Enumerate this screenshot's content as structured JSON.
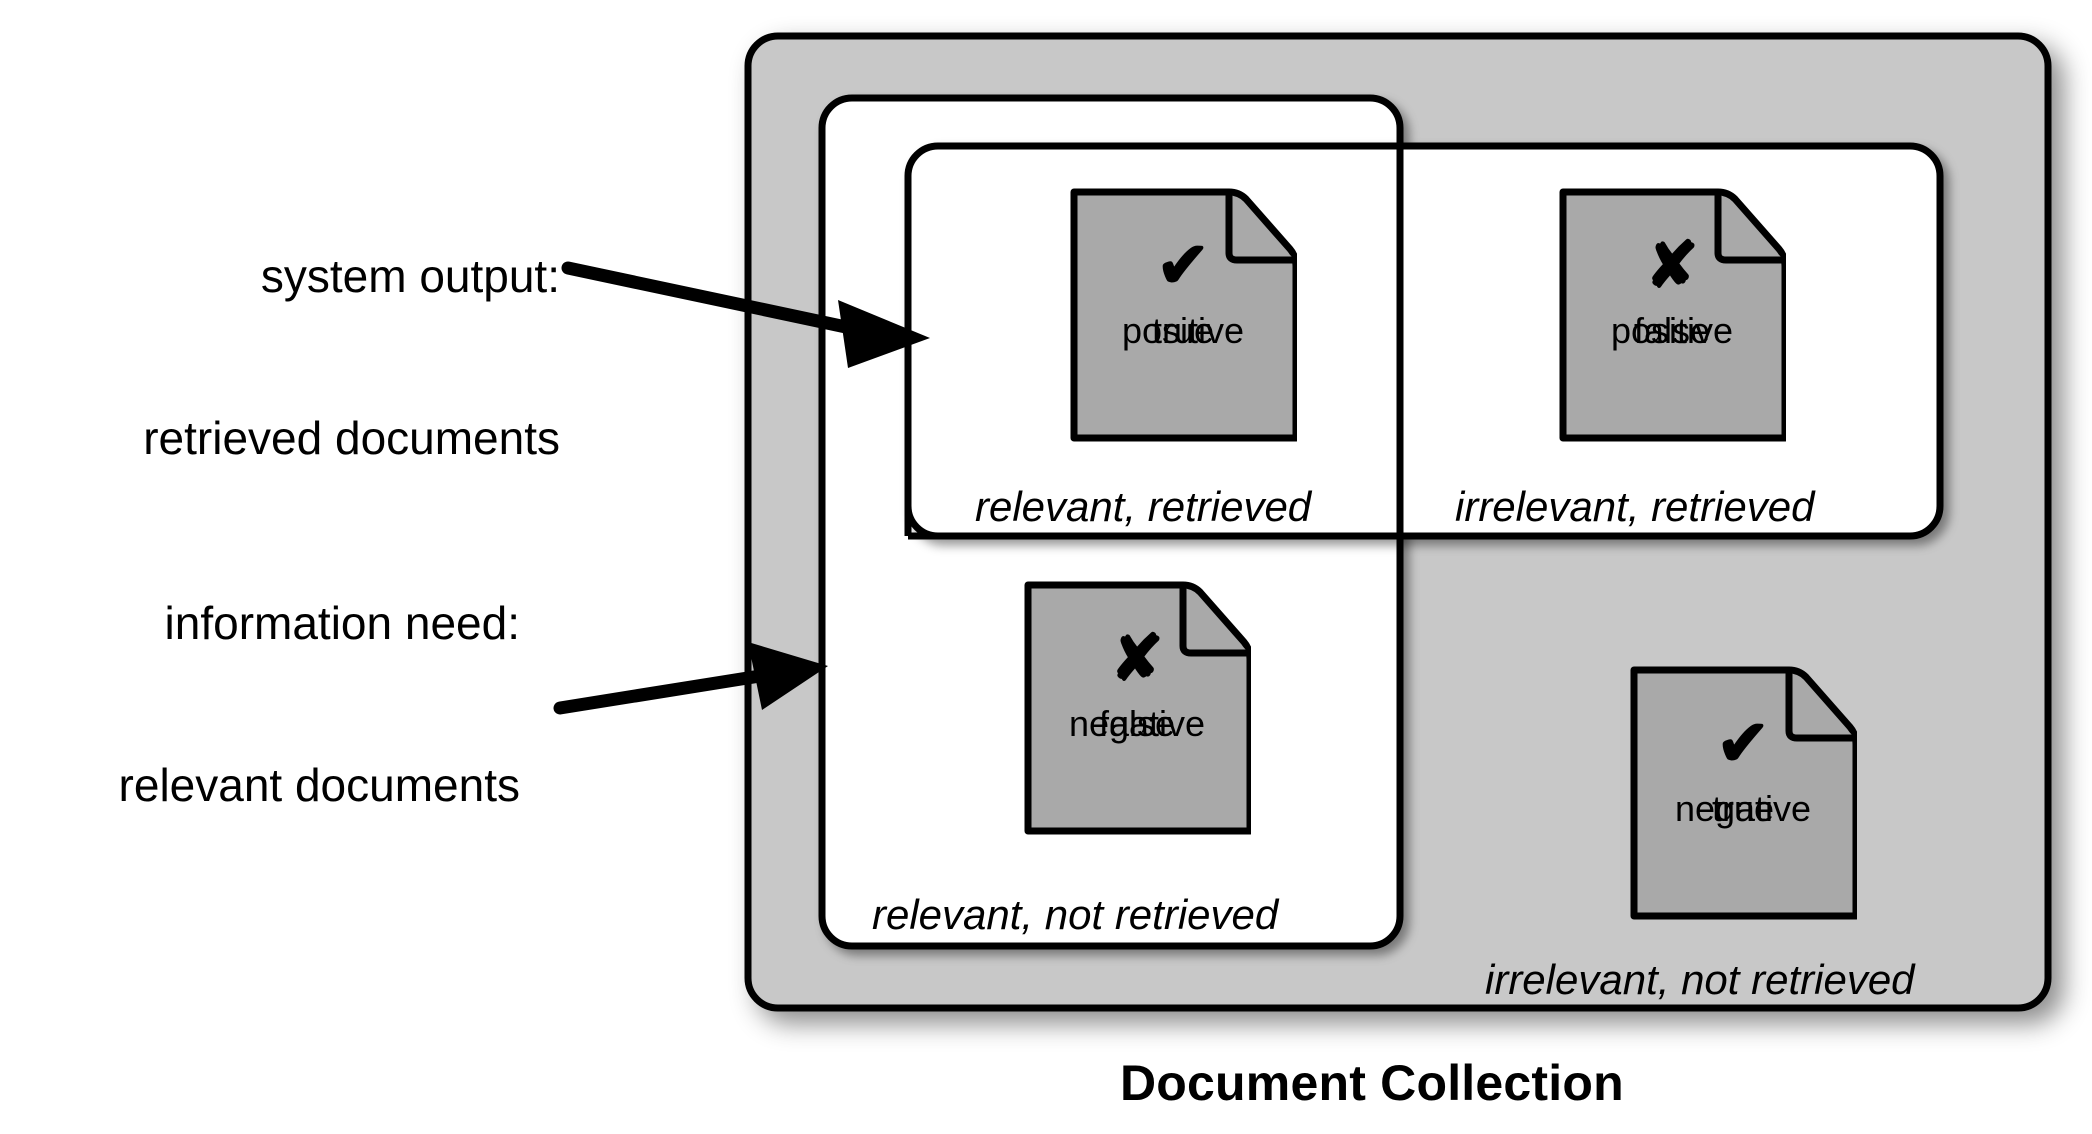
{
  "title": "Document Collection",
  "callouts": [
    {
      "id": "system-output",
      "line1": "system output:",
      "line2": "retrieved documents"
    },
    {
      "id": "information-need",
      "line1": "information need:",
      "line2": "relevant documents"
    }
  ],
  "regions": [
    {
      "id": "collection",
      "label": "Document Collection",
      "fill": "#c8c8c8"
    },
    {
      "id": "relevant",
      "label": "relevant documents",
      "fill": "#ffffff"
    },
    {
      "id": "retrieved",
      "label": "retrieved documents",
      "fill": "#ffffff"
    }
  ],
  "quadrants": [
    {
      "id": "true-positive",
      "caption": "relevant, retrieved"
    },
    {
      "id": "false-positive",
      "caption": "irrelevant, retrieved"
    },
    {
      "id": "false-negative",
      "caption": "relevant, not retrieved"
    },
    {
      "id": "true-negative",
      "caption": "irrelevant, not retrieved"
    }
  ],
  "documents": [
    {
      "id": "true-positive",
      "mark": "check-mark",
      "glyph": "✔",
      "line1": "true",
      "line2": "positive"
    },
    {
      "id": "false-positive",
      "mark": "x-mark",
      "glyph": "✘",
      "line1": "false",
      "line2": "positive"
    },
    {
      "id": "false-negative",
      "mark": "x-mark",
      "glyph": "✘",
      "line1": "false",
      "line2": "negative"
    },
    {
      "id": "true-negative",
      "mark": "check-mark",
      "glyph": "✔",
      "line1": "true",
      "line2": "negative"
    }
  ],
  "colors": {
    "collection_fill": "#c8c8c8",
    "box_fill": "#ffffff",
    "document_fill": "#a9a9a9",
    "stroke": "#000000",
    "text": "#000000"
  }
}
